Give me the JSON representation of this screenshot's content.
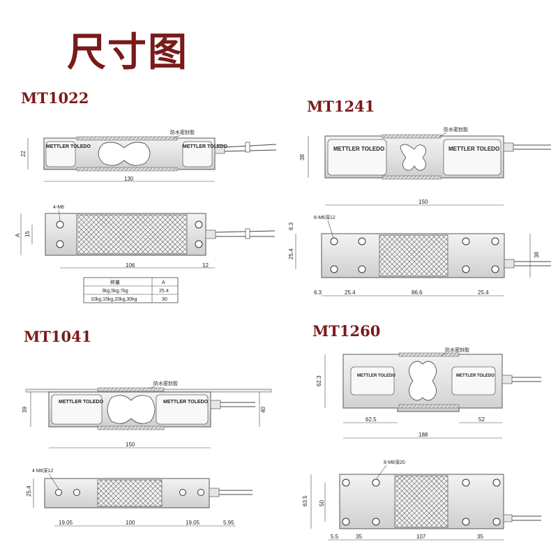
{
  "page_title": "尺寸图",
  "seal_label": "防水密封胶",
  "brand": "METTLER TOLEDO",
  "models": {
    "mt1022": {
      "name": "MT1022",
      "top_dims": {
        "height": "22",
        "length": "130"
      },
      "bottom_dims": {
        "holes": "4-M6",
        "span": "106",
        "end": "12",
        "width": "15",
        "a": "A"
      },
      "table": {
        "headers": [
          "称量",
          "A"
        ],
        "rows": [
          [
            "3kg,5kg,7kg",
            "25.4"
          ],
          [
            "10kg,15kg,20kg,30kg",
            "30"
          ]
        ]
      }
    },
    "mt1241": {
      "name": "MT1241",
      "top_dims": {
        "height": "38",
        "length": "150"
      },
      "bottom_dims": {
        "holes": "8-M6深12",
        "edge": "6.3",
        "spacing": "25.4",
        "mid": "86.6",
        "spacing2": "25.4",
        "width": "38",
        "edge_v": "6.3",
        "inner_v": "25.4"
      }
    },
    "mt1041": {
      "name": "MT1041",
      "top_dims": {
        "height": "39",
        "length": "150",
        "height2": "40"
      },
      "bottom_dims": {
        "holes": "4 M6深12",
        "left": "19.05",
        "mid": "100",
        "right": "19.05",
        "end": "5.95",
        "width": "25.4"
      }
    },
    "mt1260": {
      "name": "MT1260",
      "top_dims": {
        "height": "62.3",
        "left": "62.5",
        "right": "52",
        "length": "188"
      },
      "bottom_dims": {
        "holes": "8-M8深20",
        "edge": "5.5",
        "spacing": "35",
        "mid": "107",
        "spacing2": "35",
        "outer_v": "63.5",
        "inner_v": "50"
      }
    }
  }
}
